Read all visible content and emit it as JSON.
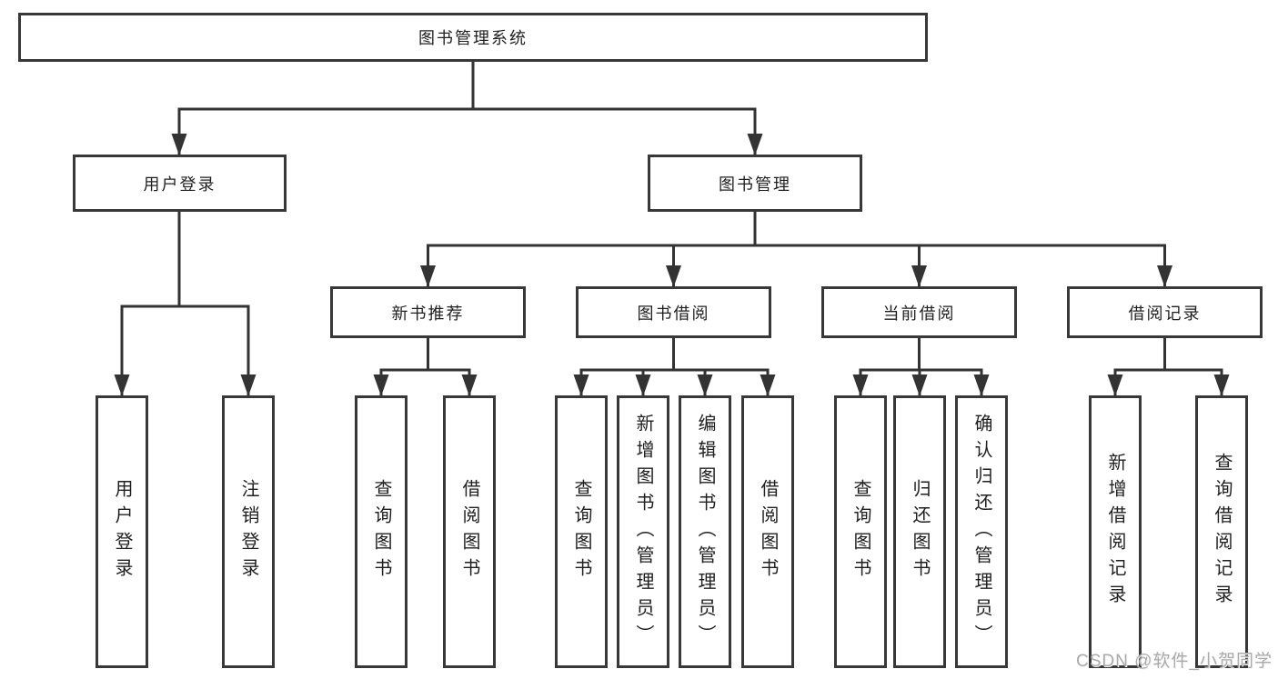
{
  "diagram": {
    "type": "hierarchy-tree",
    "root": {
      "label": "图书管理系统"
    },
    "branches": [
      {
        "label": "用户登录",
        "children": [
          "用户登录",
          "注销登录"
        ]
      },
      {
        "label": "图书管理",
        "children": [
          {
            "label": "新书推荐",
            "children": [
              "查询图书",
              "借阅图书"
            ]
          },
          {
            "label": "图书借阅",
            "children": [
              "查询图书",
              "新增图书（管理员）",
              "编辑图书（管理员）",
              "借阅图书"
            ]
          },
          {
            "label": "当前借阅",
            "children": [
              "查询图书",
              "归还图书",
              "确认归还（管理员）"
            ]
          },
          {
            "label": "借阅记录",
            "children": [
              "新增借阅记录",
              "查询借阅记录"
            ]
          }
        ]
      }
    ]
  },
  "colors": {
    "line": "#333333",
    "box_border": "#383838",
    "text": "#1f1f1f",
    "watermark": "#ababab"
  },
  "watermark": {
    "text": "CSDN @软件_小贺同学"
  }
}
